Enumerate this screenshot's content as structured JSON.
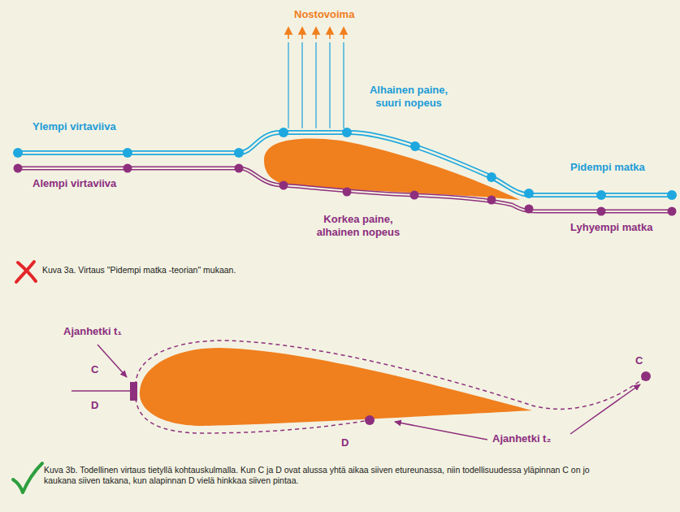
{
  "diagram": {
    "labels": [
      "Nostovoima",
      "Ylempi virtaviiva",
      "Alhainen paine, suuri nopeus",
      "Alempi virtaviiva",
      "Pidempi matka",
      "Korkea paine, alhainen nopeus",
      "Lyhyempi matka",
      "Kuva 3a. Virtaus \"Pidempi matka -teorian\" mukaan.",
      "Ajanhetki t₁",
      "C",
      "D",
      "D",
      "Ajanhetki t₂",
      "C",
      "Kuva 3b. Todellinen virtaus tietyllä kohtauskulmalla. Kun C ja D ovat alussa yhtä aikaa siiven etureunassa, niin todellisuudessa yläpinnan C on jo kaukana siiven takana, kun alapinnan D vielä hinkkaa siiven pintaa."
    ]
  }
}
